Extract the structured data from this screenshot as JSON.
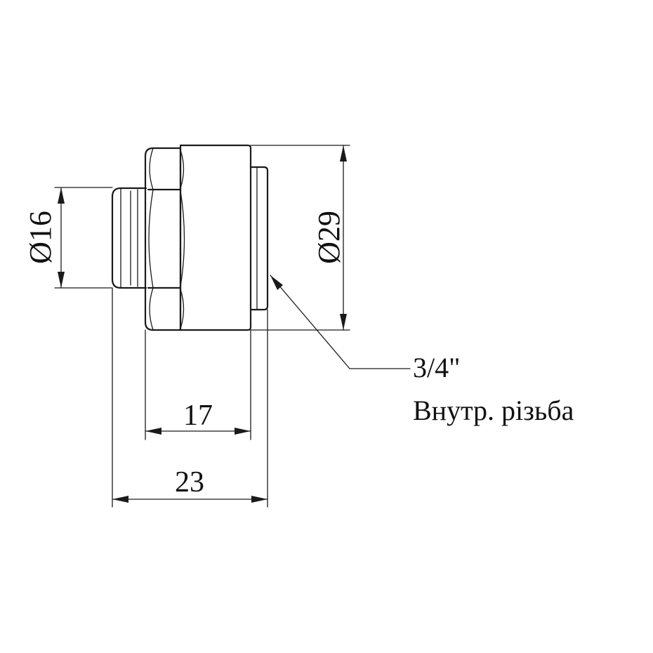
{
  "dimensions": {
    "length_hex": "17",
    "length_total": "23",
    "diameter_small": "Ø16",
    "diameter_large": "Ø29"
  },
  "callout": {
    "thread_size": "3/4\"",
    "thread_type": "Внутр. різьба"
  }
}
